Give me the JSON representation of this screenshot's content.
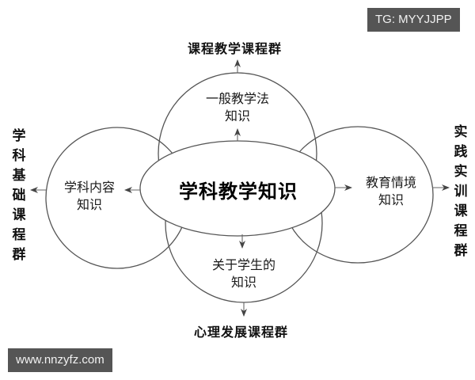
{
  "watermarks": {
    "top_right": "TG: MYYJJPP",
    "bottom_left": "www.nnzyfz.com"
  },
  "center": {
    "label": "学科教学知识"
  },
  "nodes": {
    "top": {
      "line1": "一般教学法",
      "line2": "知识",
      "outcome": "课程教学课程群"
    },
    "left": {
      "line1": "学科内容",
      "line2": "知识",
      "outcome": [
        "学",
        "科",
        "基",
        "础",
        "课",
        "程",
        "群"
      ]
    },
    "right": {
      "line1": "教育情境",
      "line2": "知识",
      "outcome": [
        "实",
        "践",
        "实",
        "训",
        "课",
        "程",
        "群"
      ]
    },
    "bottom": {
      "line1": "关于学生的",
      "line2": "知识",
      "outcome": "心理发展课程群"
    }
  },
  "colors": {
    "stroke": "#555555",
    "badge_bg": "#555555",
    "badge_text": "#f2f2f2"
  }
}
